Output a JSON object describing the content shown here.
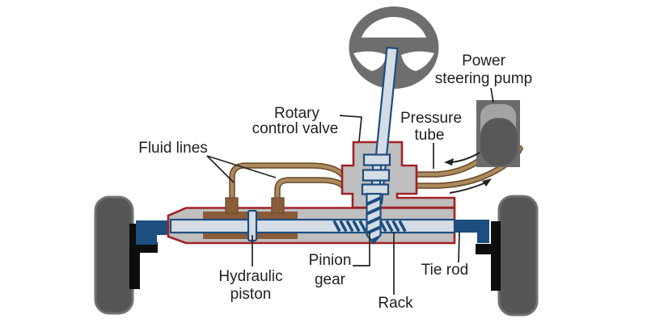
{
  "diagram": {
    "labels": {
      "power_pump": {
        "line1": "Power",
        "line2": "steering pump"
      },
      "pressure_tube": {
        "line1": "Pressure",
        "line2": "tube"
      },
      "rotary_valve": {
        "line1": "Rotary",
        "line2": "control valve"
      },
      "fluid_lines": {
        "text": "Fluid lines"
      },
      "hydraulic_piston": {
        "line1": "Hydraulic",
        "line2": "piston"
      },
      "pinion_gear": {
        "line1": "Pinion",
        "line2": "gear"
      },
      "rack": {
        "text": "Rack"
      },
      "tie_rod": {
        "text": "Tie rod"
      }
    },
    "icons": {
      "flow_arrow_upper": "curved-arrow-pointing-left",
      "flow_arrow_lower": "curved-arrow-pointing-right"
    }
  },
  "colors": {
    "background": "#ffffff",
    "outline_red": "#a02226",
    "housing_gray": "#bfbfbf",
    "chamber_brown": "#8a5c3a",
    "tube_tan": "#ab8b5c",
    "tube_dark": "#6e4f2e",
    "steel_light": "#d4dce5",
    "steel_dark": "#1d4e80",
    "black_part": "#0d0d0d",
    "wheel_gray": "#6e6e6e",
    "tire_gray": "#565656",
    "tire_edge": "#717171",
    "pump_body": "#6b6b6b",
    "pump_light": "#a3a3a3",
    "pump_dark": "#585858",
    "line_color": "#222222",
    "text_color": "#1f1f1f"
  }
}
